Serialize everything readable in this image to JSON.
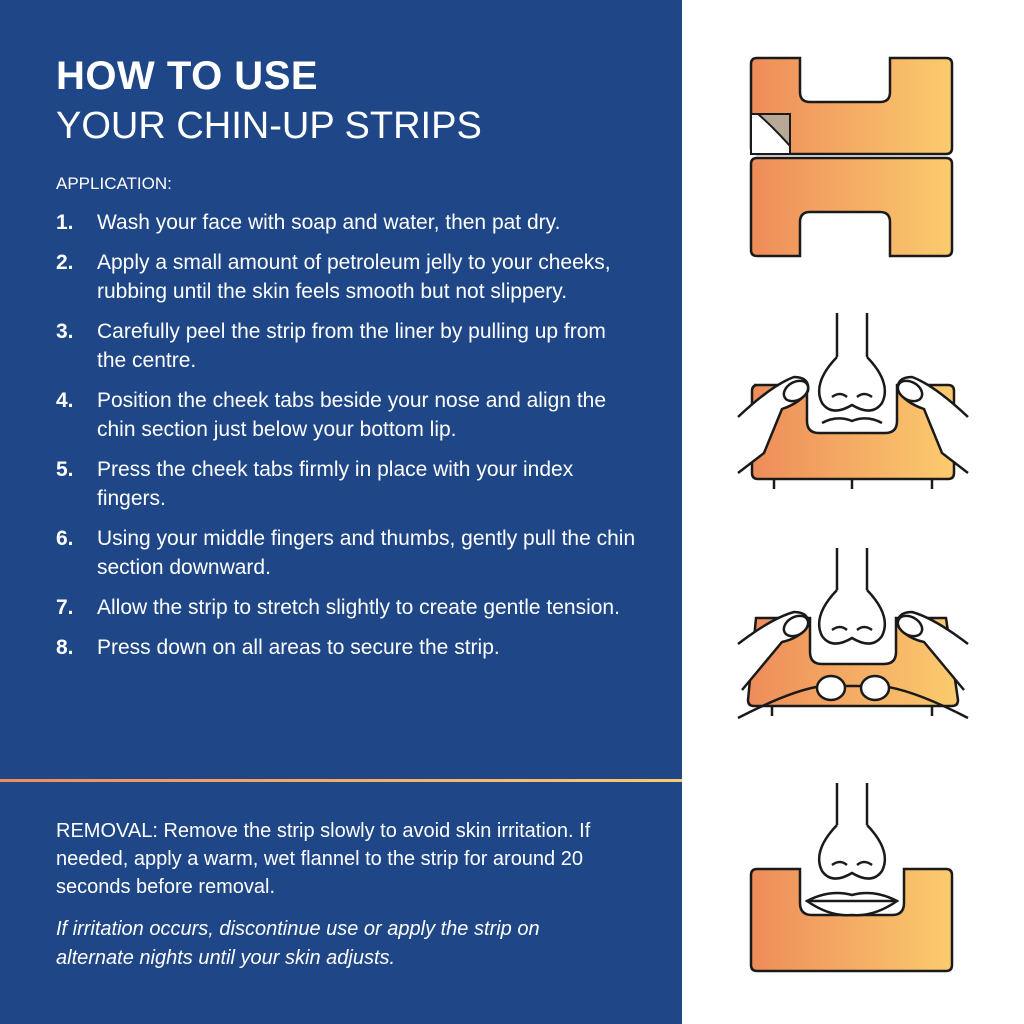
{
  "header": {
    "title_line1": "HOW TO USE",
    "title_line2": "YOUR CHIN-UP STRIPS"
  },
  "application": {
    "label": "APPLICATION:",
    "steps": [
      {
        "num": "1.",
        "text": "Wash your face with soap and water, then pat dry."
      },
      {
        "num": "2.",
        "text": "Apply a small amount of petroleum jelly to your cheeks, rubbing until the skin feels smooth but not slippery."
      },
      {
        "num": "3.",
        "text": "Carefully peel the strip from the liner by pulling up from the centre."
      },
      {
        "num": "4.",
        "text": "Position the cheek tabs beside your nose and align the chin section just below your bottom lip."
      },
      {
        "num": "5.",
        "text": "Press the cheek tabs firmly in place with your index fingers."
      },
      {
        "num": "6.",
        "text": "Using your middle fingers and thumbs, gently pull the chin section downward."
      },
      {
        "num": "7.",
        "text": "Allow the strip to stretch slightly to create gentle tension."
      },
      {
        "num": "8.",
        "text": "Press down on all areas to secure the strip."
      }
    ]
  },
  "removal": {
    "label": "REMOVAL:",
    "text": "Remove the strip slowly to avoid skin irritation. If needed, apply a warm, wet flannel to the strip for around 20 seconds before removal."
  },
  "note": "If irritation occurs, discontinue use or apply the strip on alternate nights until your skin adjusts.",
  "colors": {
    "panel_blue": "#1f4788",
    "strip_gradient_start": "#ee8c5a",
    "strip_gradient_end": "#fbcb6e",
    "outline": "#1a1a1a",
    "liner_tab": "#b8a898"
  },
  "illustrations": [
    {
      "icon": "strip-with-liner-icon"
    },
    {
      "icon": "face-cheek-tabs-icon"
    },
    {
      "icon": "face-pull-chin-icon"
    },
    {
      "icon": "face-strip-applied-icon"
    }
  ]
}
